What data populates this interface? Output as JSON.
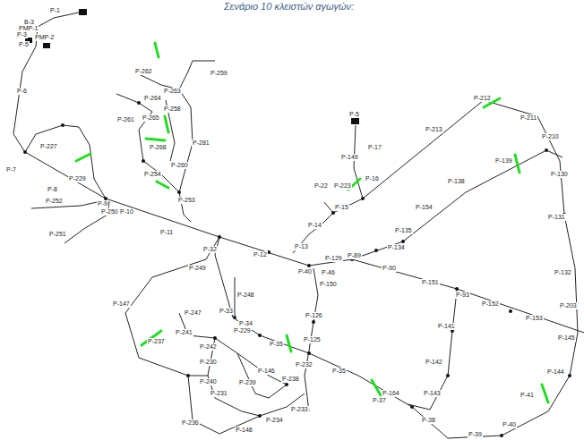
{
  "diagram": {
    "caption": "Σενάριο 10 κλειστών αγωγών:",
    "labels": [
      "P-1",
      "B-3",
      "PMP-1",
      "P-3",
      "PMP-2",
      "P-5",
      "P-6",
      "P-7",
      "P-227",
      "P-229",
      "P-8",
      "P-9",
      "P-250",
      "P-10",
      "P-252",
      "P-251",
      "P-259",
      "P-262",
      "P-263",
      "P-264",
      "P-258",
      "P-261",
      "P-265",
      "P-281",
      "P-268",
      "P-260",
      "P-254",
      "P-253",
      "P-11",
      "P-32",
      "P-12",
      "P-249",
      "P-147",
      "P-248",
      "P-247",
      "P-33",
      "P-34",
      "P-229",
      "P-241",
      "P-242",
      "P-237",
      "P-35",
      "P-125",
      "P-126",
      "P-150",
      "P-230",
      "P-240",
      "P-239",
      "P-146",
      "P-238",
      "P-231",
      "P-232",
      "P-233",
      "P-234",
      "P-236",
      "P-148",
      "P-35",
      "P-37",
      "P-38",
      "P-39",
      "P-40",
      "P-41",
      "P-144",
      "P-145",
      "P-203",
      "P-132",
      "P-131",
      "P-130",
      "P-210",
      "P-211",
      "P-212",
      "P-139",
      "P-138",
      "P-154",
      "P-135",
      "P-134",
      "P-213",
      "P-17",
      "P-5",
      "P-149",
      "P-16",
      "P-22",
      "P-223",
      "P-15",
      "P-14",
      "P-13",
      "P-40",
      "P-46",
      "P-129",
      "P-89",
      "P-90",
      "P-151",
      "P-93",
      "P-152",
      "P-153",
      "P-141",
      "P-142",
      "P-143",
      "P-164"
    ]
  }
}
